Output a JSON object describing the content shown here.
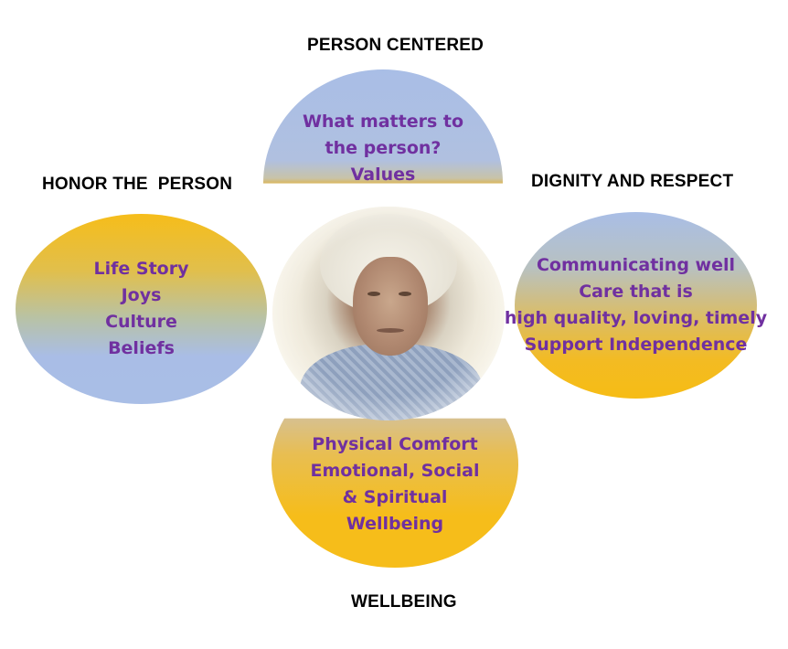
{
  "headings": {
    "top": "PERSON CENTERED",
    "left": "HONOR THE  PERSON",
    "right": "DIGNITY AND RESPECT",
    "bottom": "WELLBEING"
  },
  "ovals": {
    "top": [
      "What matters to",
      "the person?",
      "Values"
    ],
    "left": [
      "Life Story",
      "Joys",
      "Culture",
      "Beliefs"
    ],
    "right": [
      "Communicating well",
      "Care that is",
      "high quality, loving, timely",
      "Support Independence"
    ],
    "bottom": [
      "Physical Comfort",
      "Emotional, Social",
      "& Spiritual",
      "Wellbeing"
    ]
  },
  "colors": {
    "heading_text": "#000000",
    "oval_text": "#7030a0",
    "blue": "#a9bee6",
    "gold": "#f6bd1a"
  }
}
